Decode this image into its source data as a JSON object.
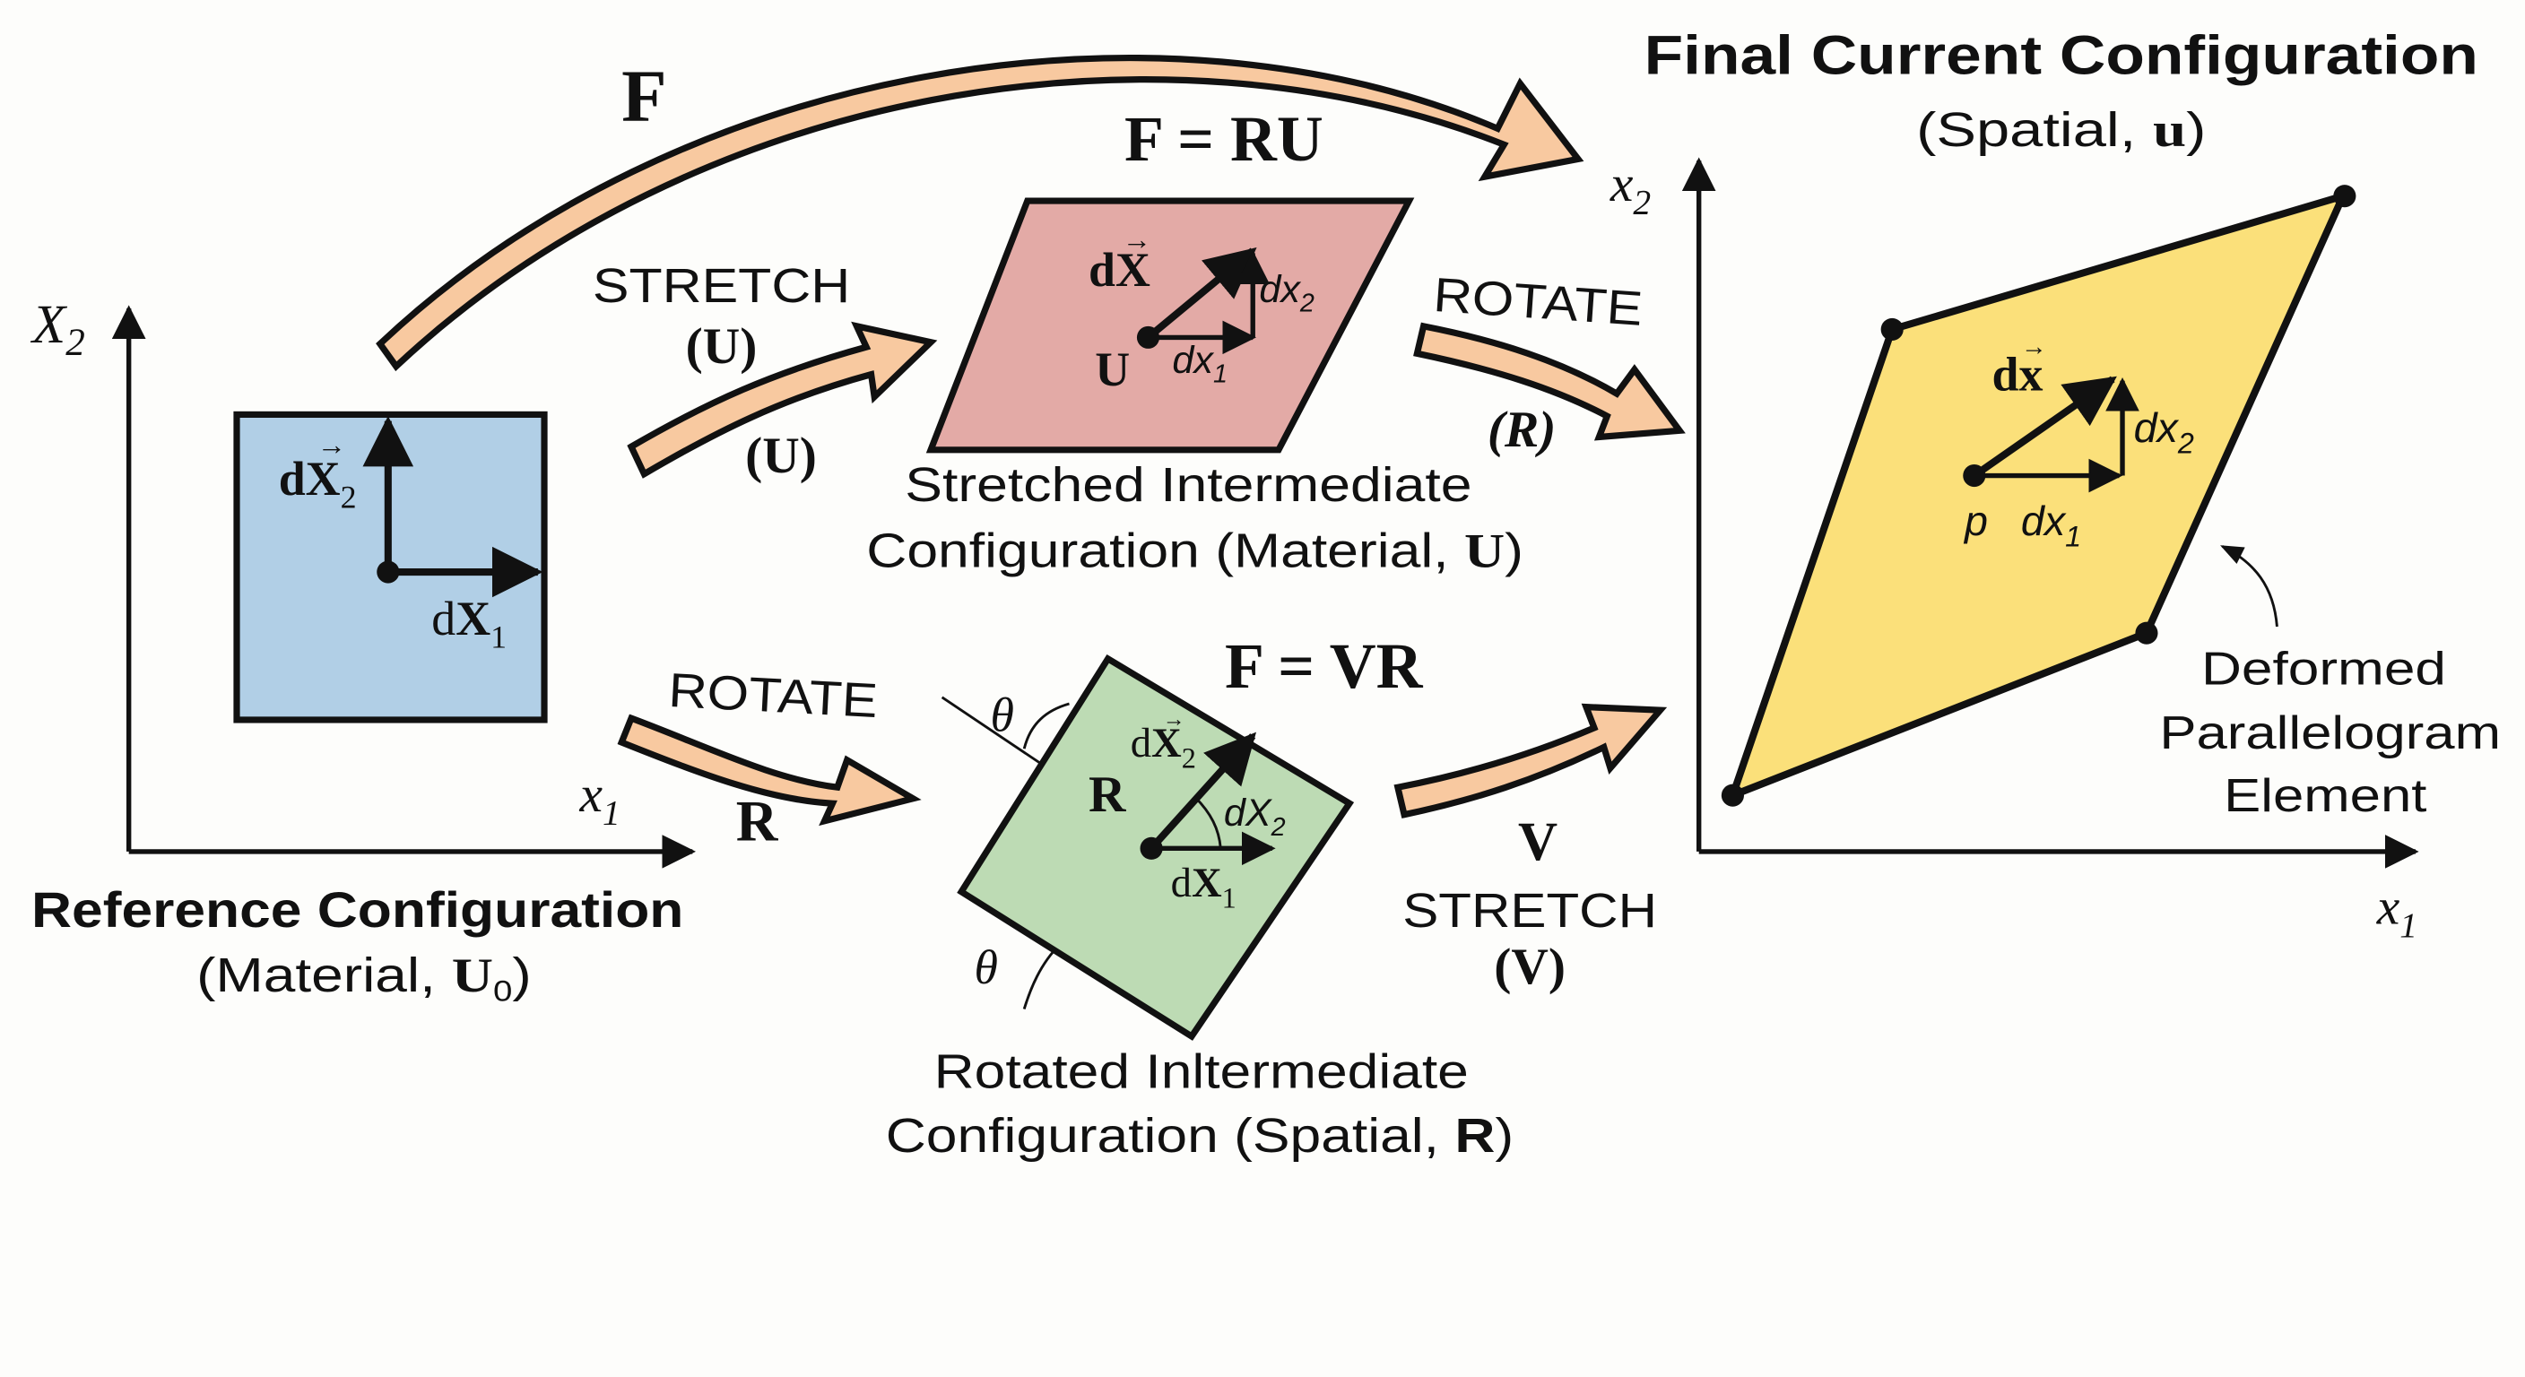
{
  "colors": {
    "background": "#fdfdfb",
    "reference_fill": "#b1cfe6",
    "stretched_fill": "#e3aaa6",
    "rotated_fill": "#bddbb4",
    "current_fill": "#fbe07a",
    "arrow_fill": "#f8c9a0",
    "ink": "#111111"
  },
  "overall_map": {
    "label": "F"
  },
  "reference": {
    "title": "Reference Configuration",
    "subtitle_prefix": "(Material, ",
    "subtitle_symbol": "U",
    "subtitle_sub": "0",
    "subtitle_suffix": ")",
    "axis_y": "X",
    "axis_y_sub": "2",
    "axis_x": "x",
    "axis_x_sub": "1",
    "vec_x_d": "d",
    "vec_x_sym": "X",
    "vec_x_sub": "1",
    "vec_y_d": "d",
    "vec_y_sym": "X",
    "vec_y_sub": "2",
    "vec_arrow": "→"
  },
  "path_ru": {
    "step1_word": "STRETCH",
    "step1_sym_above": "(U)",
    "step1_sym_below": "(U)",
    "equation": "F = RU",
    "shape_label": "U",
    "vec_label_d": "d",
    "vec_label_sym": "X",
    "vec_arrow": "→",
    "comp1": "dx",
    "comp1_sub": "1",
    "comp2": "dx",
    "comp2_sub": "2",
    "caption_line1": "Stretched Intermediate",
    "caption_line2_prefix": "Configuration (Material, ",
    "caption_line2_symbol": "U",
    "caption_line2_suffix": ")",
    "step2_word": "ROTATE",
    "step2_sym": "(R)"
  },
  "path_vr": {
    "step1_word": "ROTATE",
    "step1_sym": "R",
    "equation": "F = VR",
    "shape_label": "R",
    "angle_symbol": "θ",
    "vec_a_d": "d",
    "vec_a_sym": "X",
    "vec_a_sub": "2",
    "vec_arrow": "→",
    "vec_b": "dX",
    "vec_b_sub": "2",
    "vec_c_d": "d",
    "vec_c_sym": "X",
    "vec_c_sub": "1",
    "caption_line1": "Rotated Inltermediate",
    "caption_line2_prefix": "Configuration (Spatial, ",
    "caption_line2_symbol": "R",
    "caption_line2_suffix": ")",
    "step2_sym_above": "V",
    "step2_word": "STRETCH",
    "step2_sym": "(V)"
  },
  "current": {
    "title": "Final Current Configuration",
    "subtitle_prefix": "(Spatial, ",
    "subtitle_symbol": "u",
    "subtitle_suffix": ")",
    "axis_y": "x",
    "axis_y_sub": "2",
    "axis_x": "x",
    "axis_x_sub": "1",
    "vec_label_d": "d",
    "vec_label_sym": "x",
    "vec_arrow": "→",
    "point_label": "p",
    "comp1": "dx",
    "comp1_sub": "1",
    "comp2": "dx",
    "comp2_sub": "2",
    "callout_line1": "Deformed",
    "callout_line2": "Parallelogram",
    "callout_line3": "Element"
  }
}
